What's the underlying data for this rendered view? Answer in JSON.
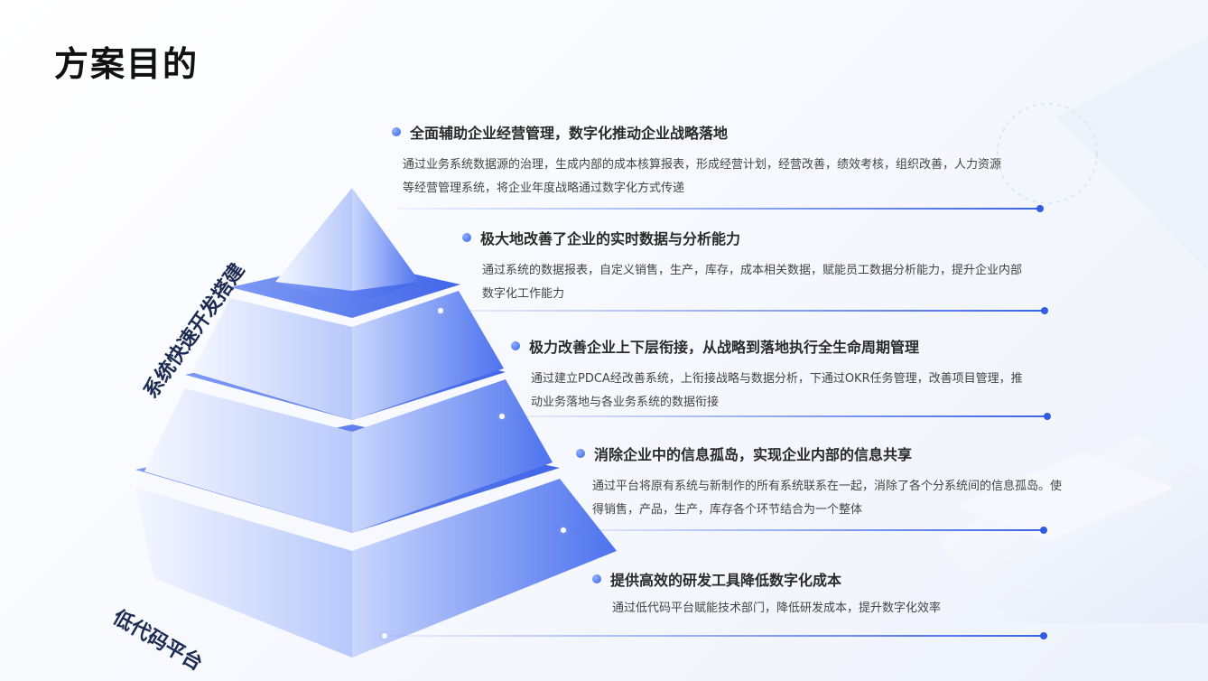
{
  "title": "方案目的",
  "side_labels": {
    "top": "系统快速开发搭建",
    "bottom": "低代码平台"
  },
  "items": [
    {
      "title": "全面辅助企业经营管理，数字化推动企业战略落地",
      "desc": "通过业务系统数据源的治理，生成内部的成本核算报表，形成经营计划，经营改善，绩效考核，组织改善，人力资源等经营管理系统，将企业年度战略通过数字化方式传递"
    },
    {
      "title": "极大地改善了企业的实时数据与分析能力",
      "desc": "通过系统的数据报表，自定义销售，生产，库存，成本相关数据，赋能员工数据分析能力，提升企业内部数字化工作能力"
    },
    {
      "title": "极力改善企业上下层衔接，从战略到落地执行全生命周期管理",
      "desc": "通过建立PDCA经改善系统，上衔接战略与数据分析，下通过OKR任务管理，改善项目管理，推动业务落地与各业务系统的数据衔接"
    },
    {
      "title": "消除企业中的信息孤岛，实现企业内部的信息共享",
      "desc": "通过平台将原有系统与新制作的所有系统联系在一起，消除了各个分系统间的信息孤岛。使得销售，产品，生产，库存各个环节结合为一个整体"
    },
    {
      "title": "提供高效的研发工具降低数字化成本",
      "desc": "通过低代码平台赋能技术部门，降低研发成本，提升数字化效率"
    }
  ],
  "colors": {
    "accent": "#3b63e6",
    "pyramid_light": "#e9efff",
    "pyramid_dark": "#4d73ee"
  }
}
